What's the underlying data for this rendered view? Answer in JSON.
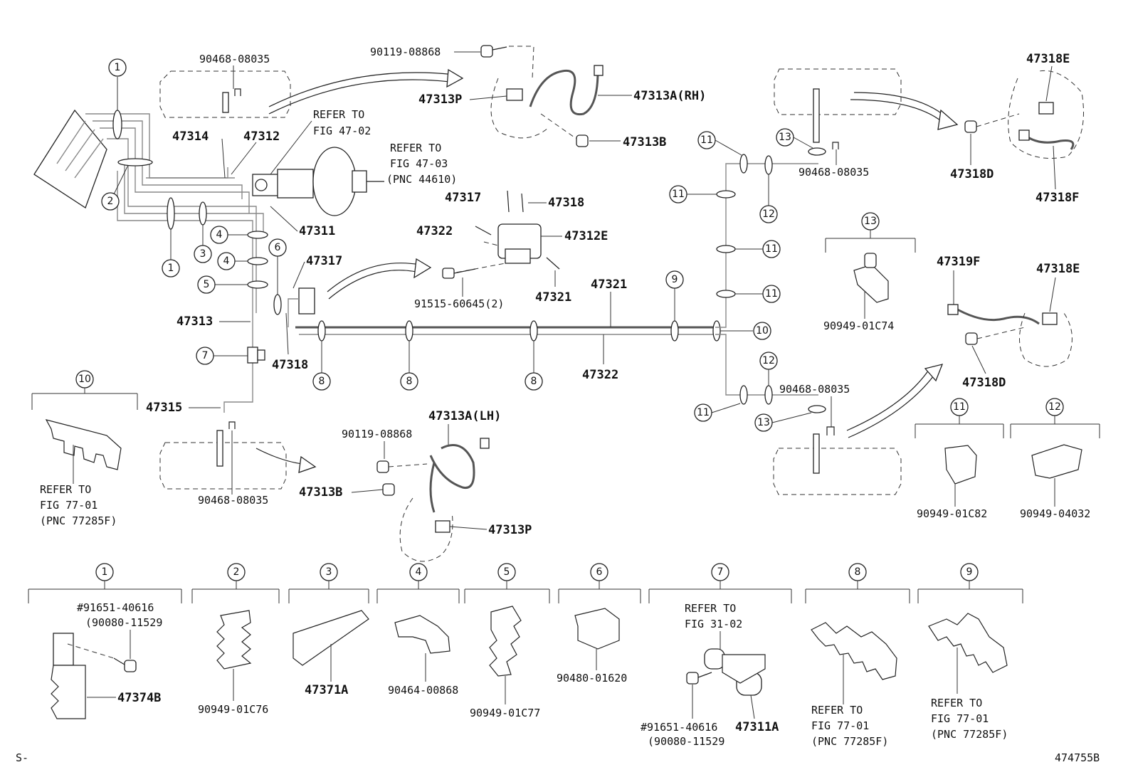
{
  "labels": {
    "p90468_a": "90468-08035",
    "p47314": "47314",
    "p47312": "47312",
    "refer_4702_a": "REFER TO",
    "refer_4702_b": "FIG 47-02",
    "refer_4703_a": "REFER TO",
    "refer_4703_b": "FIG 47-03",
    "refer_4703_c": "(PNC 44610)",
    "p90119_a": "90119-08868",
    "p47313P_a": "47313P",
    "p47313A_rh": "47313A(RH)",
    "p47313B_a": "47313B",
    "p47317_a": "47317",
    "p47318_a": "47318",
    "p47322_a": "47322",
    "p47312E": "47312E",
    "p47311": "47311",
    "p47317_b": "47317",
    "p91515": "91515-60645(2)",
    "p47321_a": "47321",
    "p47321_b": "47321",
    "p47313": "47313",
    "p47318_b": "47318",
    "p47322_b": "47322",
    "p47315": "47315",
    "p90468_b": "90468-08035",
    "p47313A_lh": "47313A(LH)",
    "p90119_b": "90119-08868",
    "p47313B_b": "47313B",
    "p47313P_b": "47313P",
    "ref10_a": "REFER TO",
    "ref10_b": "FIG 77-01",
    "ref10_c": "(PNC 77285F)",
    "p47318E_a": "47318E",
    "p47318D_a": "47318D",
    "p47318F": "47318F",
    "p90468_c": "90468-08035",
    "p90949_01C74": "90949-01C74",
    "p47319F": "47319F",
    "p47318E_b": "47318E",
    "p47318D_b": "47318D",
    "p90468_d": "90468-08035",
    "p90949_01C82": "90949-01C82",
    "p90949_04032": "90949-04032",
    "b1_hash": "#91651-40616",
    "b1_paren": "(90080-11529",
    "p47374B": "47374B",
    "p90949_01C76": "90949-01C76",
    "p47371A": "47371A",
    "p90464_00868": "90464-00868",
    "p90949_01C77": "90949-01C77",
    "p90480_01620": "90480-01620",
    "ref7_a": "REFER TO",
    "ref7_b": "FIG 31-02",
    "b7_hash": "#91651-40616",
    "p47311A": "47311A",
    "b7_paren": "(90080-11529",
    "ref8_a": "REFER TO",
    "ref8_b": "FIG 77-01",
    "ref8_c": "(PNC 77285F)",
    "ref9_a": "REFER TO",
    "ref9_b": "FIG 77-01",
    "ref9_c": "(PNC 77285F)",
    "corner_left": "S-",
    "corner_right": "474755B"
  },
  "callouts": {
    "n1": "1",
    "n2": "2",
    "n3": "3",
    "n4": "4",
    "n5": "5",
    "n6": "6",
    "n7": "7",
    "n8": "8",
    "n9": "9",
    "n10": "10",
    "n11": "11",
    "n12": "12",
    "n13": "13"
  }
}
